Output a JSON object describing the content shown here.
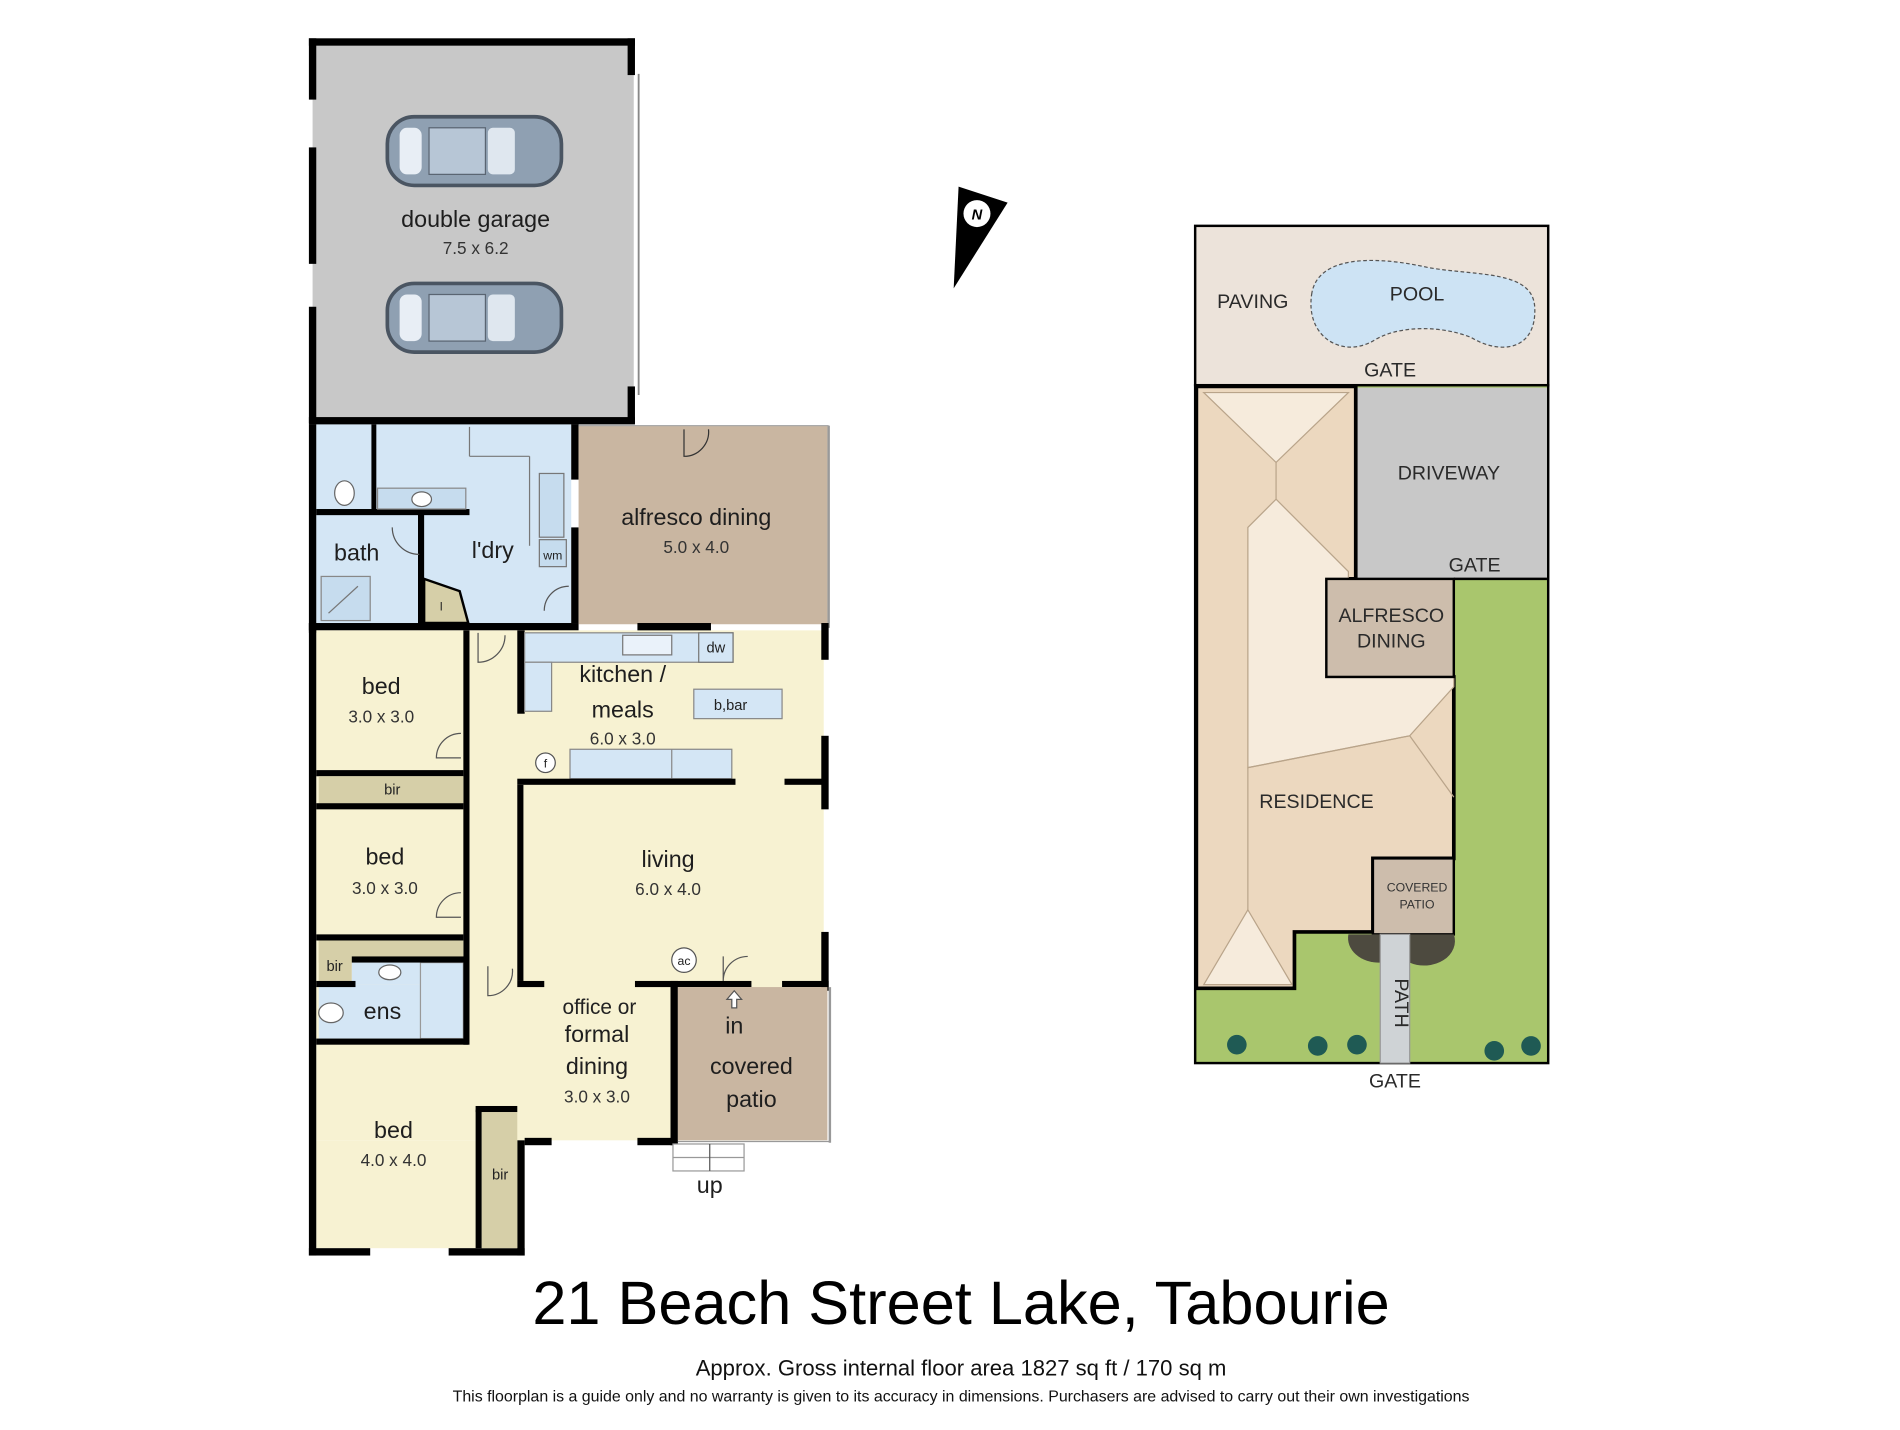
{
  "title": "21 Beach Street Lake, Tabourie",
  "floor_area": "Approx. Gross internal floor area 1827 sq ft / 170 sq m",
  "disclaimer": "This floorplan is a guide only and no warranty is given to its accuracy in dimensions. Purchasers are advised to carry out their own investigations",
  "compass": {
    "label": "N"
  },
  "floorplan": {
    "garage": {
      "name": "double garage",
      "dims": "7.5 x 6.2"
    },
    "bath": {
      "name": "bath"
    },
    "laundry": {
      "name": "l'dry",
      "wm": "wm",
      "linen": "l"
    },
    "alfresco": {
      "name": "alfresco dining",
      "dims": "5.0 x 4.0"
    },
    "kitchen": {
      "name_line1": "kitchen /",
      "name_line2": "meals",
      "dims": "6.0 x 3.0",
      "dw": "dw",
      "bbar": "b,bar",
      "fridge": "f"
    },
    "bed1": {
      "name": "bed",
      "dims": "3.0 x 3.0",
      "bir": "bir"
    },
    "bed2": {
      "name": "bed",
      "dims": "3.0 x 3.0",
      "bir": "bir"
    },
    "living": {
      "name": "living",
      "dims": "6.0 x 4.0",
      "ac": "ac"
    },
    "ensuite": {
      "name": "ens"
    },
    "office": {
      "line1": "office or",
      "line2": "formal",
      "line3": "dining",
      "dims": "3.0 x 3.0"
    },
    "covered_patio": {
      "in": "in",
      "line1": "covered",
      "line2": "patio",
      "up": "up"
    },
    "bed3": {
      "name": "bed",
      "dims": "4.0 x 4.0",
      "bir": "bir"
    }
  },
  "siteplan": {
    "paving": "PAVING",
    "pool": "POOL",
    "gate_top": "GATE",
    "driveway": "DRIVEWAY",
    "gate_driveway": "GATE",
    "alfresco_line1": "ALFRESCO",
    "alfresco_line2": "DINING",
    "residence": "RESIDENCE",
    "covered_line1": "COVERED",
    "covered_line2": "PATIO",
    "path": "PATH",
    "gate_bottom": "GATE"
  },
  "colors": {
    "garage": "#c8c8c8",
    "wet": "#d4e6f5",
    "living": "#f7f2d2",
    "outdoor": "#c9b6a1",
    "storage": "#d6cfa8",
    "paving": "#ece3da",
    "pool": "#cde3f4",
    "driveway": "#c8c8c8",
    "lawn": "#a9c66d",
    "roof_light": "#f6ebdc",
    "roof_dark": "#ecd8bf",
    "site_alfresco": "#cdbdac",
    "path": "#cfd3d6",
    "tree": "#1f5a54"
  }
}
